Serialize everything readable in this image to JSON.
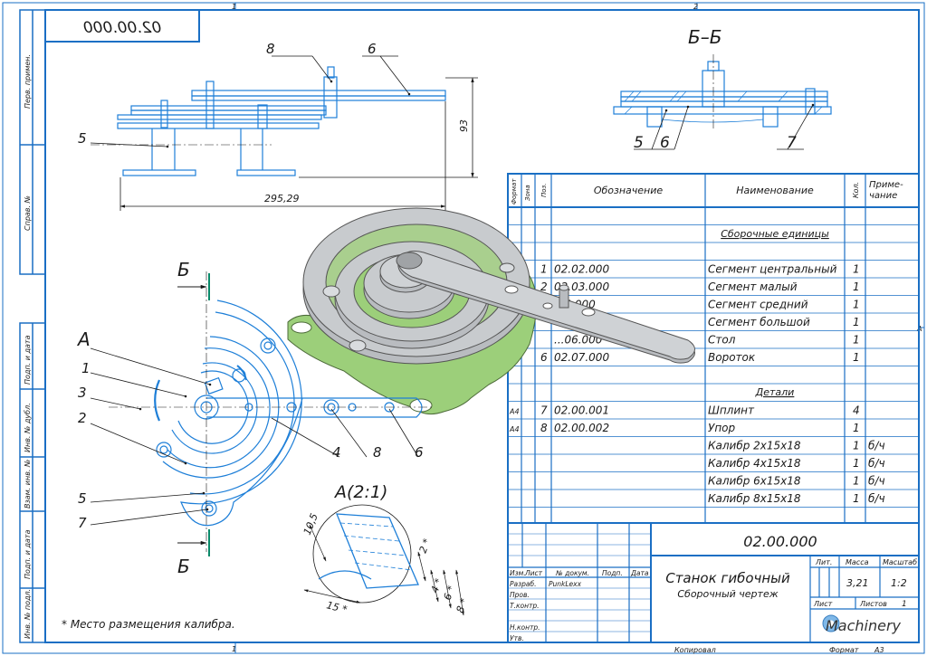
{
  "colors": {
    "frame": "#1a6fc4",
    "line": "#1a1a1a",
    "drawing": "#1e7fd8",
    "green": "#9ccf7a",
    "steel": "#b9bcc0"
  },
  "sheet": {
    "zone_1": "1",
    "zone_2": "2",
    "zone_a": "A",
    "mirrored_code": "02.00.000",
    "footnote": "* Место размещения калибра.",
    "copied": "Копировал",
    "format_label": "Формат",
    "format_value": "A3",
    "logo": "Machinery"
  },
  "side_strip": {
    "perv_primen": "Перв. примен.",
    "sprav": "Справ. №",
    "podp_data_1": "Подп. и дата",
    "inv_dubl": "Инв. № дубл.",
    "vzam_inv": "Взам. инв. №",
    "podp_data_2": "Подп. и дата",
    "inv_podl": "Инв. № подл."
  },
  "top_view": {
    "callout_8": "8",
    "callout_6": "6",
    "callout_5": "5",
    "dim_height": "93",
    "dim_length": "295,29"
  },
  "section_bb": {
    "title": "Б–Б",
    "callout_5": "5",
    "callout_6": "6",
    "callout_7": "7"
  },
  "plan_view": {
    "section_mark_top": "Б",
    "section_mark_bottom": "Б",
    "detail_mark": "A",
    "callout_1": "1",
    "callout_3": "3",
    "callout_2": "2",
    "callout_5": "5",
    "callout_7": "7",
    "callout_4": "4",
    "callout_8": "8",
    "callout_6": "6"
  },
  "detail_a": {
    "title": "A(2:1)",
    "dim_105": "10,5",
    "dim_15": "15 *",
    "dim_2": "2 *",
    "dim_4": "4 *",
    "dim_6": "6 *",
    "dim_8": "8 *"
  },
  "spec": {
    "headers": {
      "format": "Формат",
      "zone": "Зона",
      "pos": "Поз.",
      "designation": "Обозначение",
      "name": "Наименование",
      "qty": "Кол.",
      "note": "Приме-\nчание"
    },
    "section_assembly": "Сборочные единицы",
    "section_parts": "Детали",
    "rows": [
      {
        "fmt": "",
        "pos": "1",
        "code": "02.02.000",
        "name": "Сегмент центральный",
        "qty": "1",
        "note": ""
      },
      {
        "fmt": "",
        "pos": "2",
        "code": "02.03.000",
        "name": "Сегмент малый",
        "qty": "1",
        "note": ""
      },
      {
        "fmt": "",
        "pos": "",
        "code": "...4.000",
        "name": "Сегмент средний",
        "qty": "1",
        "note": ""
      },
      {
        "fmt": "",
        "pos": "",
        "code": "",
        "name": "Сегмент большой",
        "qty": "1",
        "note": ""
      },
      {
        "fmt": "",
        "pos": "",
        "code": "...06.000",
        "name": "Стол",
        "qty": "1",
        "note": ""
      },
      {
        "fmt": "",
        "pos": "6",
        "code": "02.07.000",
        "name": "Вороток",
        "qty": "1",
        "note": ""
      },
      {
        "fmt": "A4",
        "pos": "7",
        "code": "02.00.001",
        "name": "Шплинт",
        "qty": "4",
        "note": ""
      },
      {
        "fmt": "A4",
        "pos": "8",
        "code": "02.00.002",
        "name": "Упор",
        "qty": "1",
        "note": ""
      },
      {
        "fmt": "",
        "pos": "",
        "code": "",
        "name": "Калибр 2х15х18",
        "qty": "1",
        "note": "б/ч"
      },
      {
        "fmt": "",
        "pos": "",
        "code": "",
        "name": "Калибр 4х15х18",
        "qty": "1",
        "note": "б/ч"
      },
      {
        "fmt": "",
        "pos": "",
        "code": "",
        "name": "Калибр 6х15х18",
        "qty": "1",
        "note": "б/ч"
      },
      {
        "fmt": "",
        "pos": "",
        "code": "",
        "name": "Калибр 8х15х18",
        "qty": "1",
        "note": "б/ч"
      }
    ]
  },
  "title_block": {
    "doc_code": "02.00.000",
    "izm": "Изм.",
    "list": "Лист",
    "ndokum": "№ докум.",
    "podp": "Подп.",
    "data": "Дата",
    "razrab": "Разраб.",
    "razrab_name": "PunkLexx",
    "prov": "Пров.",
    "tkontr": "Т.контр.",
    "nkontr": "Н.контр.",
    "utv": "Утв.",
    "name_1": "Станок гибочный",
    "name_2": "Сборочный чертеж",
    "lit": "Лит.",
    "massa": "Масса",
    "masshtab": "Масштаб",
    "mass_value": "3,21",
    "scale_value": "1:2",
    "list_label": "Лист",
    "listov_label": "Листов",
    "listov_value": "1"
  }
}
